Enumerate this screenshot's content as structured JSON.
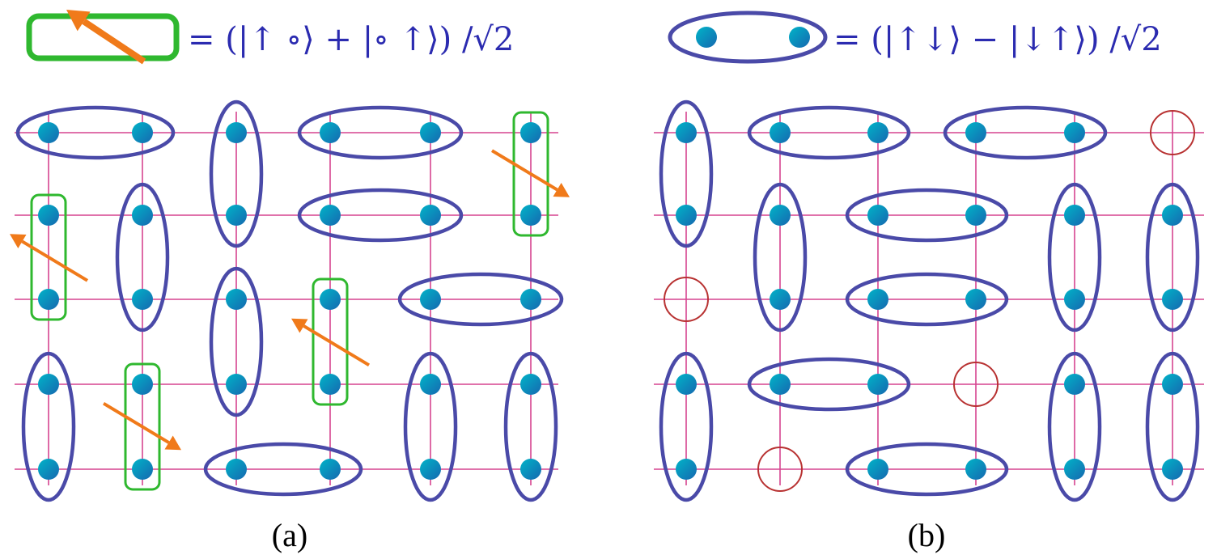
{
  "colors": {
    "lattice_line": "#d6448f",
    "site_fill_start": "#00b4c8",
    "site_fill_end": "#1668b0",
    "singlet_ellipse": "#4a4aa8",
    "holon_box": "#2fb82f",
    "spin_arrow": "#f07a1a",
    "hole_circle": "#b83232",
    "formula_text": "#2b2bb0",
    "caption_text": "#000000"
  },
  "legend": {
    "holon_formula": "= (|↑ ∘⟩ + |∘ ↑⟩) /√2",
    "singlet_formula": "= (|↑↓⟩ − |↓↑⟩) /√2"
  },
  "panels": [
    {
      "caption": "(a)",
      "sites": "5 rows × 6 columns",
      "singlet_bonds": [
        [
          [
            0,
            0
          ],
          [
            0,
            1
          ]
        ],
        [
          [
            0,
            2
          ],
          [
            1,
            2
          ]
        ],
        [
          [
            0,
            3
          ],
          [
            0,
            4
          ]
        ],
        [
          [
            1,
            1
          ],
          [
            2,
            1
          ]
        ],
        [
          [
            1,
            3
          ],
          [
            1,
            4
          ]
        ],
        [
          [
            2,
            2
          ],
          [
            3,
            2
          ]
        ],
        [
          [
            2,
            4
          ],
          [
            2,
            5
          ]
        ],
        [
          [
            3,
            0
          ],
          [
            4,
            0
          ]
        ],
        [
          [
            3,
            4
          ],
          [
            4,
            4
          ]
        ],
        [
          [
            3,
            5
          ],
          [
            4,
            5
          ]
        ],
        [
          [
            4,
            2
          ],
          [
            4,
            3
          ]
        ]
      ],
      "holon_bonds": [
        {
          "sites": [
            [
              0,
              5
            ],
            [
              1,
              5
            ]
          ],
          "arrow": "down-right"
        },
        {
          "sites": [
            [
              1,
              0
            ],
            [
              2,
              0
            ]
          ],
          "arrow": "up-left"
        },
        {
          "sites": [
            [
              2,
              3
            ],
            [
              3,
              3
            ]
          ],
          "arrow": "up-left"
        },
        {
          "sites": [
            [
              3,
              1
            ],
            [
              4,
              1
            ]
          ],
          "arrow": "down-right"
        }
      ]
    },
    {
      "caption": "(b)",
      "sites": "5 rows × 6 columns",
      "singlet_bonds": [
        [
          [
            0,
            0
          ],
          [
            1,
            0
          ]
        ],
        [
          [
            0,
            1
          ],
          [
            0,
            2
          ]
        ],
        [
          [
            0,
            3
          ],
          [
            0,
            4
          ]
        ],
        [
          [
            1,
            1
          ],
          [
            2,
            1
          ]
        ],
        [
          [
            1,
            2
          ],
          [
            1,
            3
          ]
        ],
        [
          [
            1,
            4
          ],
          [
            2,
            4
          ]
        ],
        [
          [
            1,
            5
          ],
          [
            2,
            5
          ]
        ],
        [
          [
            2,
            2
          ],
          [
            2,
            3
          ]
        ],
        [
          [
            3,
            0
          ],
          [
            4,
            0
          ]
        ],
        [
          [
            3,
            1
          ],
          [
            3,
            2
          ]
        ],
        [
          [
            3,
            4
          ],
          [
            4,
            4
          ]
        ],
        [
          [
            3,
            5
          ],
          [
            4,
            5
          ]
        ],
        [
          [
            4,
            2
          ],
          [
            4,
            3
          ]
        ]
      ],
      "holes": [
        [
          0,
          5
        ],
        [
          2,
          0
        ],
        [
          3,
          3
        ],
        [
          4,
          1
        ]
      ]
    }
  ]
}
